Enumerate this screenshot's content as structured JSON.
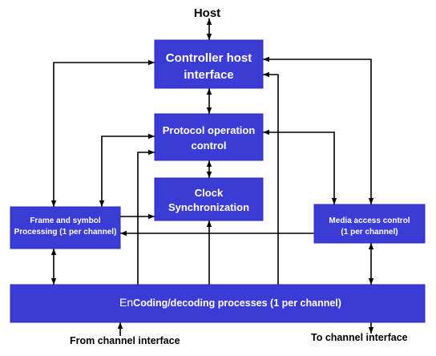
{
  "diagram": {
    "host_label": "Host",
    "boxes": {
      "controller_host_interface": {
        "lines": [
          "Controller host",
          "interface"
        ]
      },
      "protocol_operation_control": {
        "lines": [
          "Protocol operation",
          "control"
        ]
      },
      "clock_synchronization": {
        "lines": [
          "Clock",
          "Synchronization"
        ]
      },
      "frame_symbol_processing": {
        "lines": [
          "Frame and symbol",
          "Processing (1 per channel)"
        ]
      },
      "media_access_control": {
        "lines": [
          "Media access control",
          "(1 per channel)"
        ]
      },
      "encoding_decoding": {
        "parts": [
          "En",
          "Coding/decoding processes (1 per channel)"
        ]
      }
    },
    "from_channel_label": "From channel interface",
    "to_channel_label": "To channel interface"
  },
  "colors": {
    "box_fill": "#3b3bd6",
    "box_border": "#2c2cb8",
    "box_text": "#ffffff",
    "connector": "#000000",
    "text": "#000000",
    "background": "#ffffff"
  }
}
